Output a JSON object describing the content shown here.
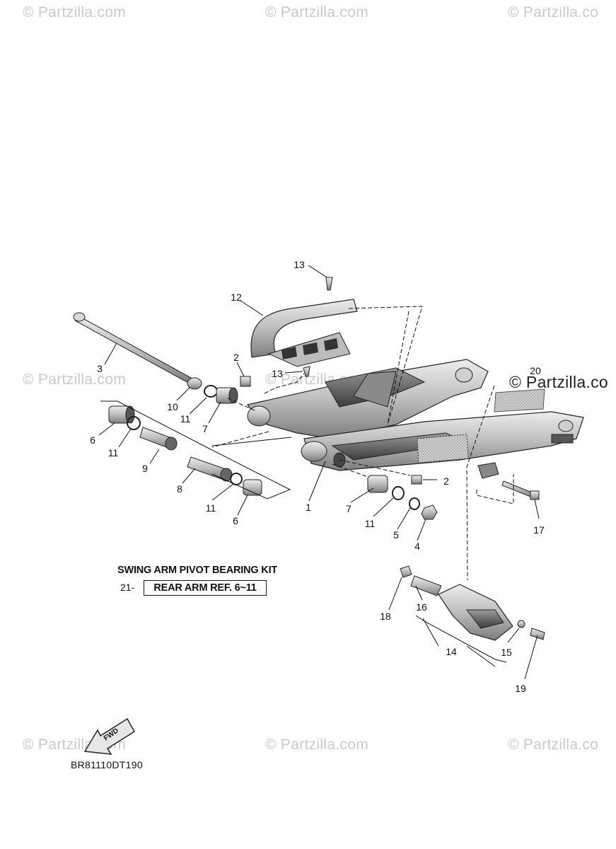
{
  "watermark": {
    "text": "© Partzilla.com",
    "text_clipped": "© Partzilla.co",
    "dark_text": "© Partzilla.co"
  },
  "callouts": [
    {
      "id": "c1",
      "label": "1"
    },
    {
      "id": "c2a",
      "label": "2"
    },
    {
      "id": "c2b",
      "label": "2"
    },
    {
      "id": "c3",
      "label": "3"
    },
    {
      "id": "c4",
      "label": "4"
    },
    {
      "id": "c5",
      "label": "5"
    },
    {
      "id": "c6a",
      "label": "6"
    },
    {
      "id": "c6b",
      "label": "6"
    },
    {
      "id": "c7a",
      "label": "7"
    },
    {
      "id": "c7b",
      "label": "7"
    },
    {
      "id": "c8",
      "label": "8"
    },
    {
      "id": "c9",
      "label": "9"
    },
    {
      "id": "c10",
      "label": "10"
    },
    {
      "id": "c11a",
      "label": "11"
    },
    {
      "id": "c11b",
      "label": "11"
    },
    {
      "id": "c11c",
      "label": "11"
    },
    {
      "id": "c11d",
      "label": "11"
    },
    {
      "id": "c12",
      "label": "12"
    },
    {
      "id": "c13a",
      "label": "13"
    },
    {
      "id": "c13b",
      "label": "13"
    },
    {
      "id": "c14",
      "label": "14"
    },
    {
      "id": "c15",
      "label": "15"
    },
    {
      "id": "c16",
      "label": "16"
    },
    {
      "id": "c17",
      "label": "17"
    },
    {
      "id": "c18",
      "label": "18"
    },
    {
      "id": "c19",
      "label": "19"
    },
    {
      "id": "c20",
      "label": "20"
    }
  ],
  "kit": {
    "title": "SWING ARM PIVOT BEARING KIT",
    "number": "21",
    "ref": "REAR ARM REF. 6~11"
  },
  "fwd_label": "FWD",
  "diagram_code": "BR81110DT190"
}
